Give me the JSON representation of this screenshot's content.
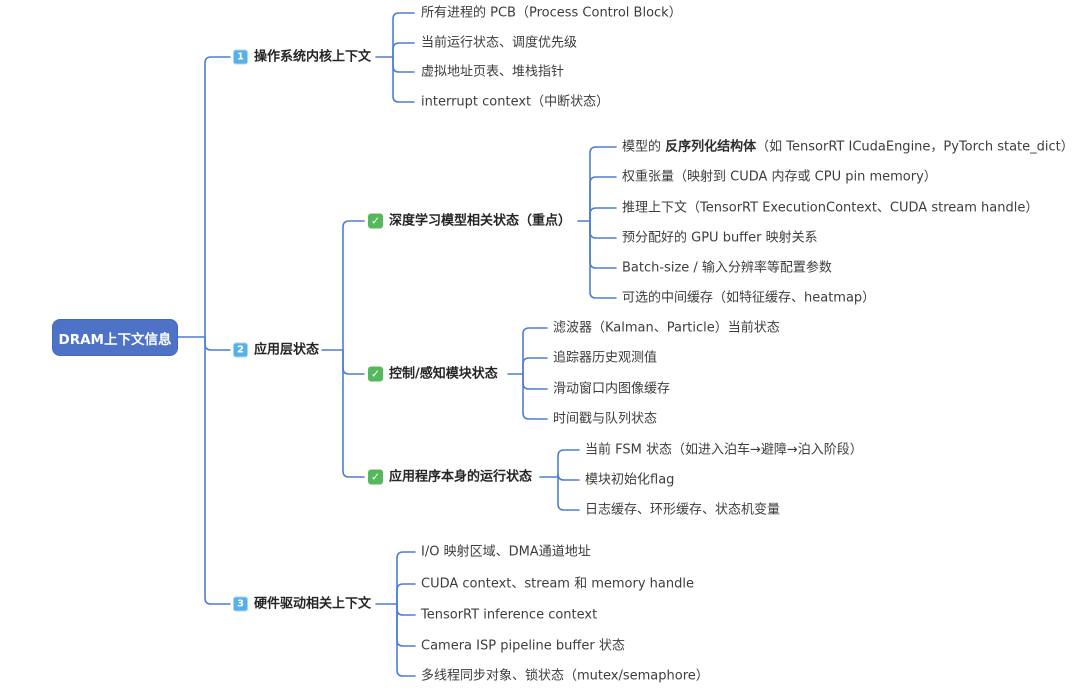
{
  "root": {
    "label": "DRAM上下文信息"
  },
  "icons": {
    "check": "✓"
  },
  "colors": {
    "line": "#4e7fd2",
    "root_bg": "#4e73c6",
    "root_text": "#ffffff",
    "keycap_bg": "#57b0e8",
    "check_bg": "#55b85f",
    "text": "#3d3d3d"
  },
  "branches": [
    {
      "icon_digit": "1",
      "label": "操作系统内核上下文",
      "children": [
        {
          "label": "所有进程的 PCB（Process Control Block）"
        },
        {
          "label": "当前运行状态、调度优先级"
        },
        {
          "label": "虚拟地址页表、堆栈指针"
        },
        {
          "label": "interrupt context（中断状态）"
        }
      ]
    },
    {
      "icon_digit": "2",
      "label": "应用层状态",
      "children": [
        {
          "label": "深度学习模型相关状态（重点）",
          "children": [
            {
              "pre": "模型的 ",
              "bold": "反序列化结构体",
              "post": "（如 TensorRT ICudaEngine，PyTorch state_dict）"
            },
            {
              "label": "权重张量（映射到 CUDA 内存或 CPU pin memory）"
            },
            {
              "label": "推理上下文（TensorRT ExecutionContext、CUDA stream handle）"
            },
            {
              "label": "预分配好的 GPU buffer 映射关系"
            },
            {
              "label": "Batch-size / 输入分辨率等配置参数"
            },
            {
              "label": "可选的中间缓存（如特征缓存、heatmap）"
            }
          ]
        },
        {
          "label": "控制/感知模块状态",
          "children": [
            {
              "label": "滤波器（Kalman、Particle）当前状态"
            },
            {
              "label": "追踪器历史观测值"
            },
            {
              "label": "滑动窗口内图像缓存"
            },
            {
              "label": "时间戳与队列状态"
            }
          ]
        },
        {
          "label": "应用程序本身的运行状态",
          "children": [
            {
              "label": "当前 FSM 状态（如进入泊车→避障→泊入阶段）"
            },
            {
              "label": "模块初始化flag"
            },
            {
              "label": "日志缓存、环形缓存、状态机变量"
            }
          ]
        }
      ]
    },
    {
      "icon_digit": "3",
      "label": "硬件驱动相关上下文",
      "children": [
        {
          "label": "I/O 映射区域、DMA通道地址"
        },
        {
          "label": "CUDA context、stream 和 memory handle"
        },
        {
          "label": "TensorRT inference context"
        },
        {
          "label": "Camera ISP pipeline buffer 状态"
        },
        {
          "label": "多线程同步对象、锁状态（mutex/semaphore）"
        }
      ]
    }
  ]
}
